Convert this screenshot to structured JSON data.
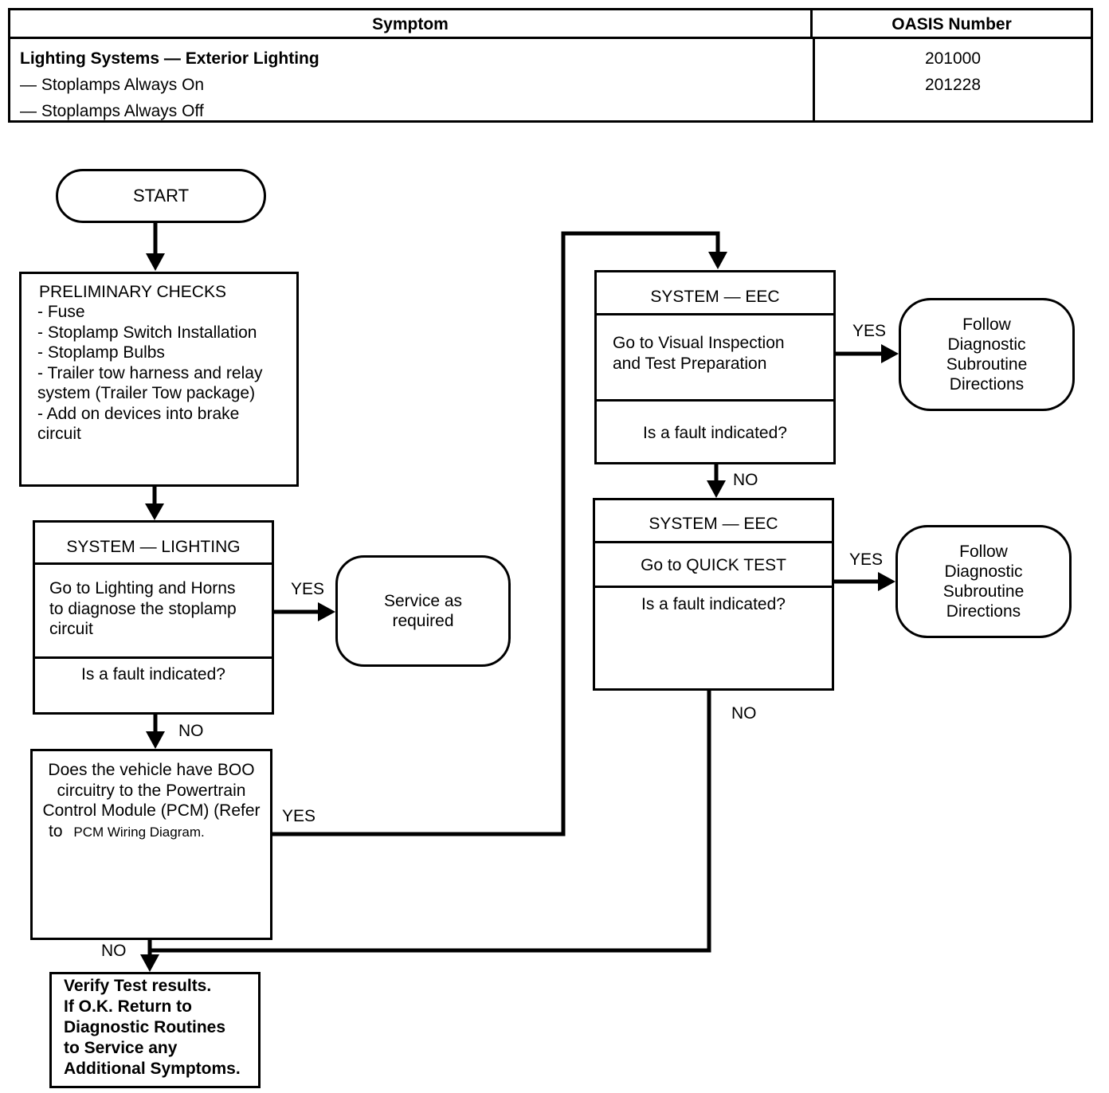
{
  "table": {
    "header_symptom": "Symptom",
    "header_oasis": "OASIS Number",
    "symptom_1": "Lighting Systems — Exterior Lighting",
    "symptom_2": "— Stoplamps Always On",
    "symptom_3": "— Stoplamps Always Off",
    "oasis_1": "201000",
    "oasis_2": "201228"
  },
  "flow": {
    "start": "START",
    "prelim": {
      "title": "PRELIMINARY CHECKS",
      "items": "- Fuse\n- Stoplamp Switch Installation\n- Stoplamp Bulbs\n- Trailer tow harness and relay\n   system (Trailer Tow package)\n- Add on devices into brake\n   circuit"
    },
    "lighting": {
      "title": "SYSTEM — LIGHTING",
      "body": "Go to Lighting and Horns\nto diagnose the stoplamp\ncircuit",
      "question": "Is a fault indicated?"
    },
    "service": "Service as\nrequired",
    "boo": {
      "line1": "Does the vehicle have BOO",
      "line2": "circuitry to the Powertrain",
      "line3": "Control Module (PCM) (Refer",
      "line4a": "to",
      "line4b": "PCM Wiring Diagram."
    },
    "verify": "Verify Test results.\nIf O.K. Return to\nDiagnostic Routines\nto Service any\nAdditional Symptoms.",
    "eec1": {
      "title": "SYSTEM — EEC",
      "body": "Go to Visual Inspection\nand Test Preparation",
      "question": "Is a fault indicated?"
    },
    "eec2": {
      "title": "SYSTEM — EEC",
      "body": "Go to QUICK TEST",
      "question": "Is a fault indicated?"
    },
    "follow": "Follow\nDiagnostic\nSubroutine\nDirections",
    "labels": {
      "yes": "YES",
      "no": "NO"
    }
  }
}
